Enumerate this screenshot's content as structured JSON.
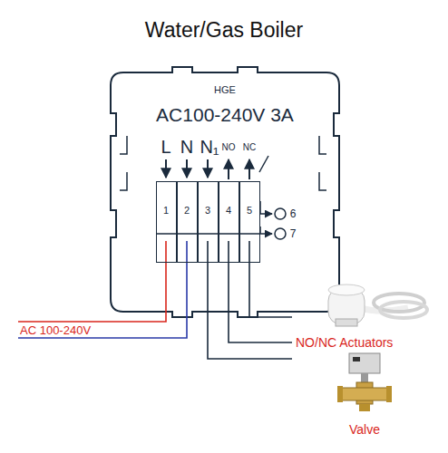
{
  "diagram": {
    "title": "Water/Gas Boiler",
    "nodes": [
      {
        "text": [
          "HGE",
          "AC100-240V 3A"
        ]
      },
      {
        "text": [
          "1"
        ],
        "in": 0
      },
      {
        "text": [
          "2"
        ],
        "in": 0
      },
      {
        "text": [
          "3"
        ],
        "in": 0
      },
      {
        "text": [
          "4"
        ],
        "in": 0
      },
      {
        "text": [
          "5"
        ],
        "in": 0
      }
    ],
    "labels": [
      "L",
      "N",
      "N₁",
      "NO",
      "NC",
      "6",
      "7",
      "AC 100-240V",
      "NO/NC Actuators",
      "Valve"
    ]
  }
}
